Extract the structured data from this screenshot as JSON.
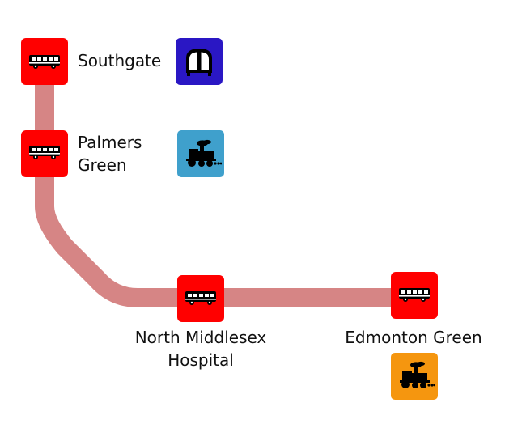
{
  "route": {
    "line_color": "#d68585",
    "bus_stop_color": "#ff0000"
  },
  "stops": [
    {
      "name": "Southgate",
      "icon": "bus-icon",
      "interchanges": [
        {
          "mode": "underground",
          "icon": "underground-train-icon",
          "color": "#2a17c4"
        }
      ]
    },
    {
      "name": "Palmers\nGreen",
      "icon": "bus-icon",
      "interchanges": [
        {
          "mode": "national-rail",
          "icon": "steam-locomotive-icon",
          "color": "#3fa0cc"
        }
      ]
    },
    {
      "name": "North Middlesex\nHospital",
      "icon": "bus-icon",
      "interchanges": []
    },
    {
      "name": "Edmonton Green",
      "icon": "bus-icon",
      "interchanges": [
        {
          "mode": "overground",
          "icon": "steam-locomotive-icon",
          "color": "#f5960f"
        }
      ]
    }
  ]
}
